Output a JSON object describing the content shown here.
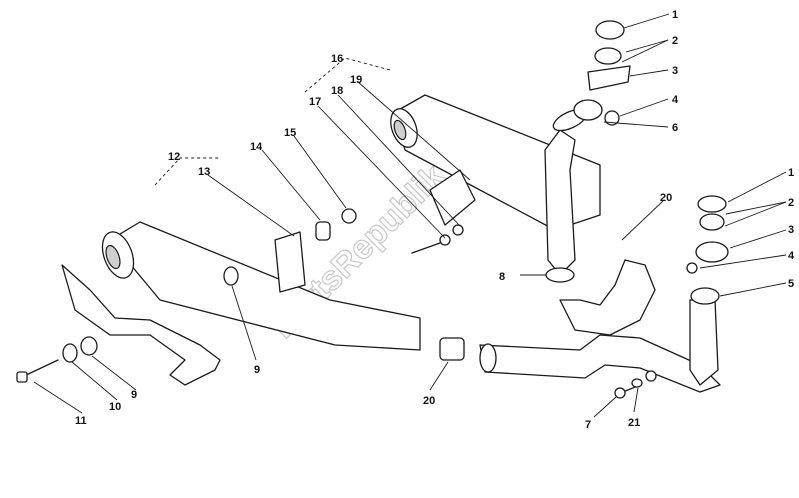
{
  "watermark": "PartsRepublik",
  "callouts": {
    "c1a": "1",
    "c2a": "2",
    "c3a": "3",
    "c4a": "4",
    "c6": "6",
    "c16": "16",
    "c19": "19",
    "c18": "18",
    "c17": "17",
    "c12": "12",
    "c13": "13",
    "c14": "14",
    "c15": "15",
    "c20a": "20",
    "c8": "8",
    "c1b": "1",
    "c2b": "2",
    "c3b": "3",
    "c4b": "4",
    "c5": "5",
    "c9a": "9",
    "c9b": "9",
    "c10": "10",
    "c11": "11",
    "c20b": "20",
    "c7": "7",
    "c21": "21"
  },
  "colors": {
    "line": "#1a1a1a",
    "watermark": "#c8c8c8",
    "background": "#ffffff"
  }
}
